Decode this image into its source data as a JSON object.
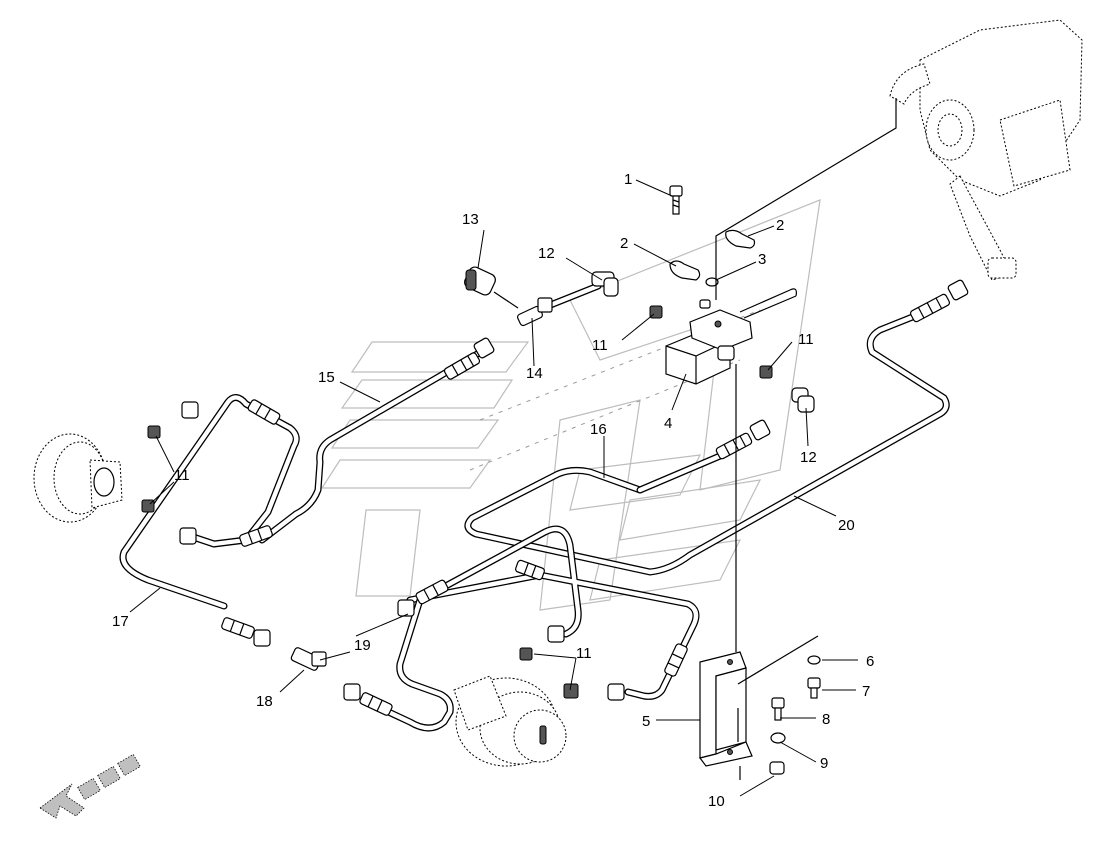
{
  "callouts": [
    {
      "id": "c1",
      "text": "1"
    },
    {
      "id": "c2a",
      "text": "2"
    },
    {
      "id": "c2b",
      "text": "2"
    },
    {
      "id": "c3",
      "text": "3"
    },
    {
      "id": "c4",
      "text": "4"
    },
    {
      "id": "c5",
      "text": "5"
    },
    {
      "id": "c6",
      "text": "6"
    },
    {
      "id": "c7",
      "text": "7"
    },
    {
      "id": "c8",
      "text": "8"
    },
    {
      "id": "c9",
      "text": "9"
    },
    {
      "id": "c10",
      "text": "10"
    },
    {
      "id": "c11a",
      "text": "11"
    },
    {
      "id": "c11b",
      "text": "11"
    },
    {
      "id": "c11c",
      "text": "11"
    },
    {
      "id": "c11d",
      "text": "11"
    },
    {
      "id": "c12a",
      "text": "12"
    },
    {
      "id": "c12b",
      "text": "12"
    },
    {
      "id": "c13",
      "text": "13"
    },
    {
      "id": "c14",
      "text": "14"
    },
    {
      "id": "c15",
      "text": "15"
    },
    {
      "id": "c16",
      "text": "16"
    },
    {
      "id": "c17",
      "text": "17"
    },
    {
      "id": "c18",
      "text": "18"
    },
    {
      "id": "c19",
      "text": "19"
    },
    {
      "id": "c20",
      "text": "20"
    }
  ],
  "colors": {
    "line": "#000000",
    "background": "#ffffff",
    "watermark": "#bdbdbd",
    "direction_arrow": "#bfbfbf"
  },
  "icons": [
    "direction-arrow-icon",
    "brake-caliper-icon",
    "master-cylinder-icon",
    "pressure-switch-icon"
  ]
}
